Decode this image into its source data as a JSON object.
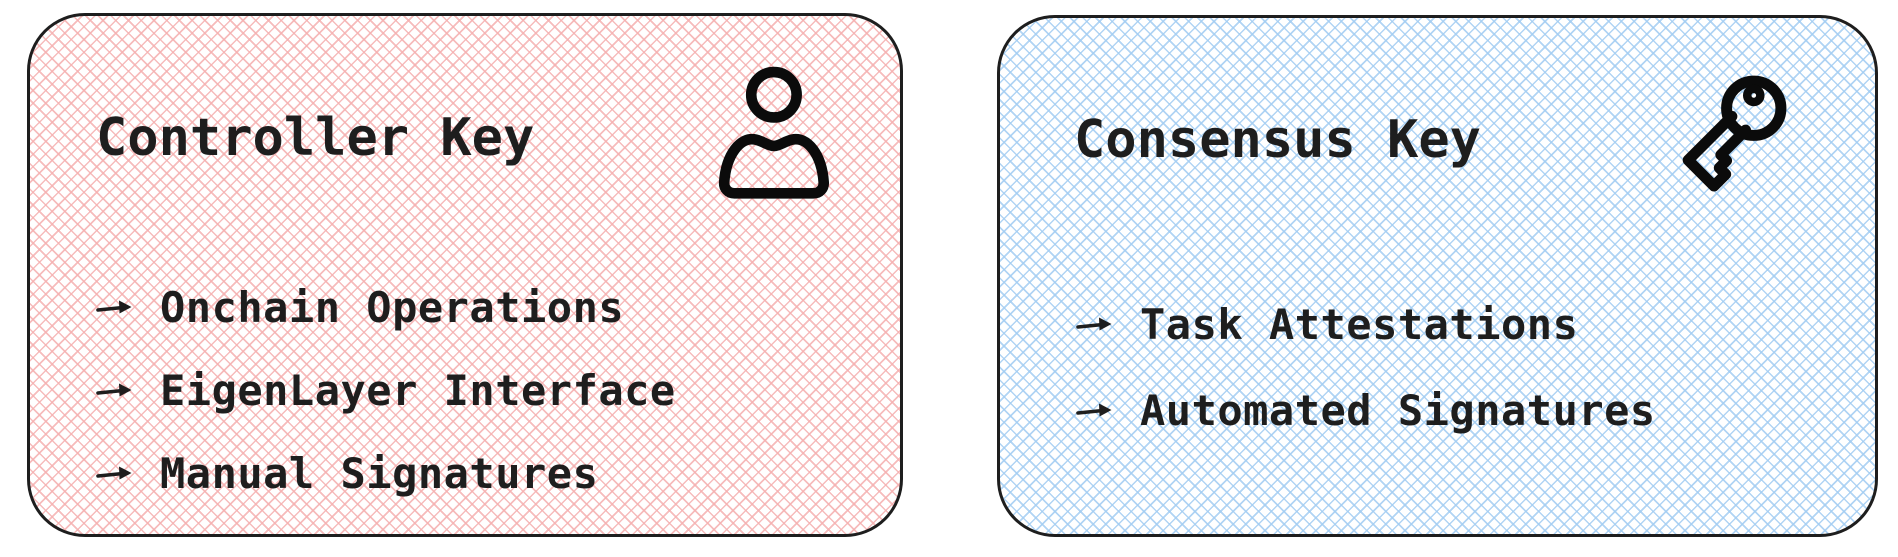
{
  "canvas": {
    "background": "#ffffff",
    "stroke": "#1e1e1e",
    "text_color": "#1e1e1e"
  },
  "cards": [
    {
      "id": "controller-key",
      "title": "Controller Key",
      "icon": "user-icon",
      "hatch_color": "#f5b0b0d9",
      "bullet_marker": "arrow-icon",
      "bullets": [
        "Onchain Operations",
        "EigenLayer Interface",
        "Manual Signatures"
      ]
    },
    {
      "id": "consensus-key",
      "title": "Consensus Key",
      "icon": "key-icon",
      "hatch_color": "#a3cdf2d9",
      "bullet_marker": "arrow-icon",
      "bullets": [
        "Task Attestations",
        "Automated Signatures"
      ]
    }
  ]
}
